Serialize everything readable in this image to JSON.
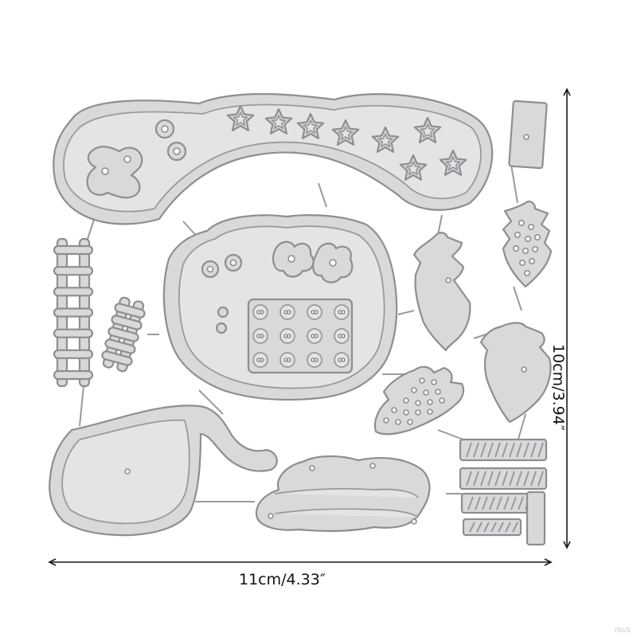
{
  "product_image": {
    "dimensions": {
      "width_label": "11cm/4.33″",
      "height_label": "10cm/3.94″"
    },
    "watermark": "YBUS"
  }
}
